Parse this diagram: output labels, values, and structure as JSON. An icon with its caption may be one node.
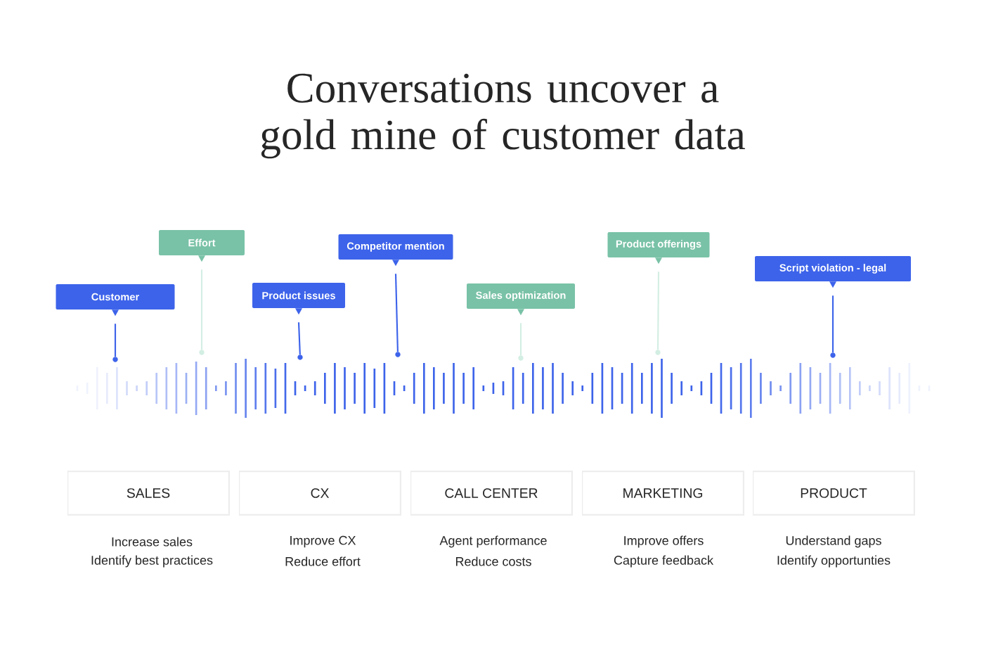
{
  "diagram": {
    "title": "Conversations uncover a gold mine of customer data",
    "nodes": [
      {
        "text": [
          "Customer"
        ]
      },
      {
        "text": [
          "Effort"
        ]
      },
      {
        "text": [
          "Product issues"
        ]
      },
      {
        "text": [
          "Competitor mention"
        ]
      },
      {
        "text": [
          "Sales optimization"
        ]
      },
      {
        "text": [
          "Product offerings"
        ]
      },
      {
        "text": [
          "Script violation - legal"
        ]
      },
      {
        "text": [],
        "shape": "circle"
      },
      {
        "text": [],
        "shape": "circle"
      },
      {
        "text": [],
        "shape": "circle"
      },
      {
        "text": [],
        "shape": "circle"
      },
      {
        "text": [],
        "shape": "circle"
      },
      {
        "text": [],
        "shape": "circle"
      },
      {
        "text": [],
        "shape": "circle"
      },
      {
        "text": [
          "SALES"
        ],
        "beside": [
          "Increase sales",
          "Identify best practices"
        ]
      },
      {
        "text": [
          "CX"
        ],
        "beside": [
          "Improve CX",
          "Reduce effort"
        ]
      },
      {
        "text": [
          "CALL CENTER"
        ],
        "beside": [
          "Agent performance",
          "Reduce costs"
        ]
      },
      {
        "text": [
          "MARKETING"
        ],
        "beside": [
          "Improve offers",
          "Capture feedback"
        ]
      },
      {
        "text": [
          "PRODUCT"
        ],
        "beside": [
          "Understand gaps",
          "Identify opportunties"
        ]
      }
    ],
    "edges": [
      {
        "from": 0,
        "to": 7,
        "arrow": "none"
      },
      {
        "from": 1,
        "to": 8,
        "arrow": "none",
        "color": "#d3eee3"
      },
      {
        "from": 2,
        "to": 9,
        "arrow": "none"
      },
      {
        "from": 3,
        "to": 10,
        "arrow": "none"
      },
      {
        "from": 4,
        "to": 11,
        "arrow": "none",
        "color": "#d3eee3"
      },
      {
        "from": 5,
        "to": 12,
        "arrow": "none",
        "color": "#d3eee3"
      },
      {
        "from": 6,
        "to": 13,
        "arrow": "none"
      }
    ]
  }
}
